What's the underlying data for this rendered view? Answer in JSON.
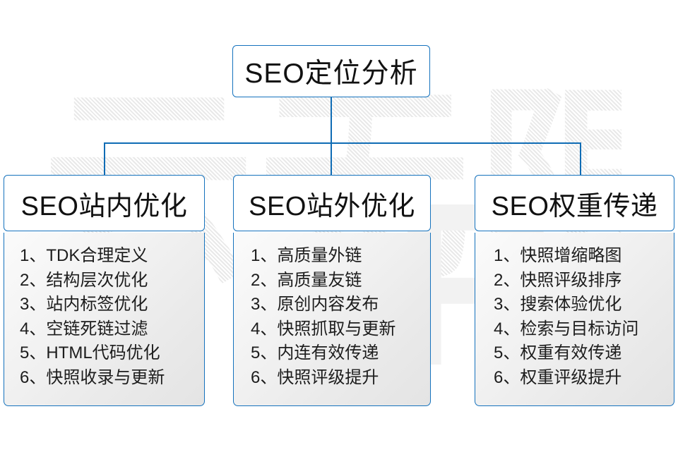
{
  "diagram": {
    "root": {
      "title": "SEO定位分析"
    },
    "watermark": {
      "text": "云无限",
      "mark": "R"
    },
    "line_color": "#1572bd",
    "columns": [
      {
        "id": "seo-onsite",
        "title": "SEO站内优化",
        "items": [
          "1、TDK合理定义",
          "2、结构层次优化",
          "3、站内标签优化",
          "4、空链死链过滤",
          "5、HTML代码优化",
          "6、快照收录与更新"
        ]
      },
      {
        "id": "seo-offsite",
        "title": "SEO站外优化",
        "items": [
          "1、高质量外链",
          "2、高质量友链",
          "3、原创内容发布",
          "4、快照抓取与更新",
          "5、内连有效传递",
          "6、快照评级提升"
        ]
      },
      {
        "id": "seo-weight",
        "title": "SEO权重传递",
        "items": [
          "1、快照增缩略图",
          "2、快照评级排序",
          "3、搜索体验优化",
          "4、检索与目标访问",
          "5、权重有效传递",
          "6、权重评级提升"
        ]
      }
    ]
  }
}
